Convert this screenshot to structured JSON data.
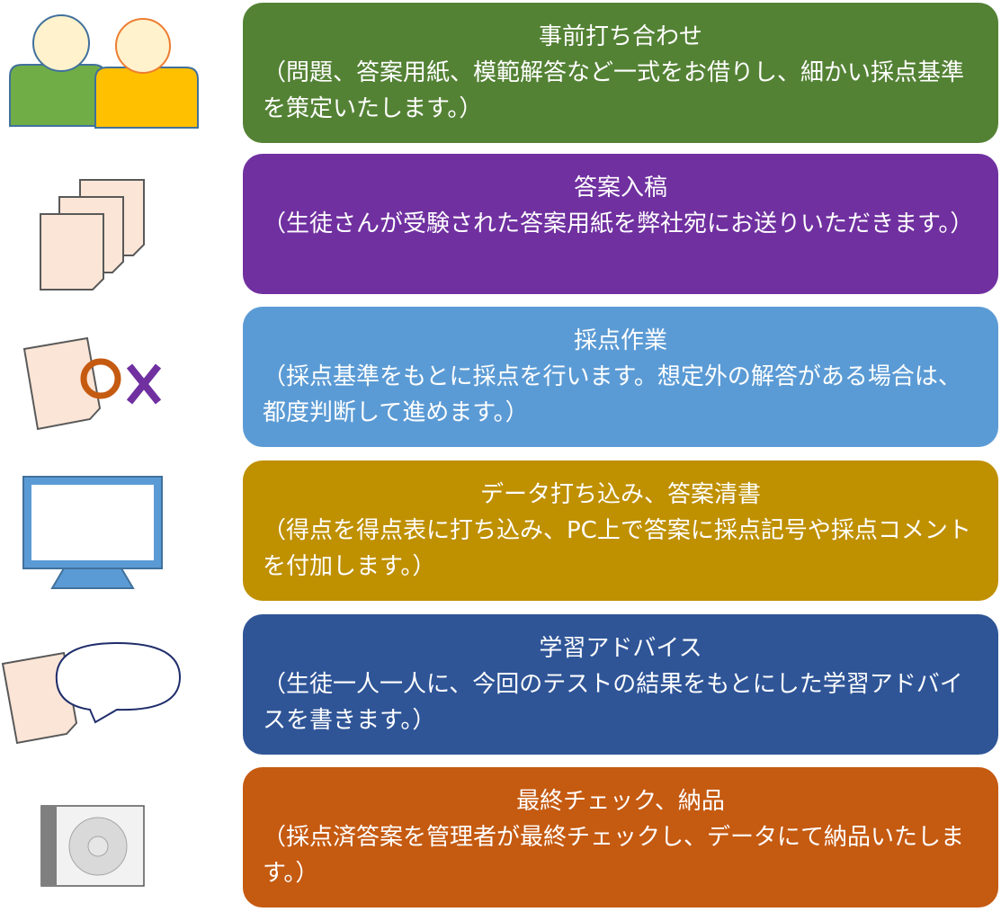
{
  "steps": [
    {
      "title": "事前打ち合わせ",
      "desc": "（問題、答案用紙、模範解答など一式をお借りし、細かい採点基準を策定いたします。）",
      "color": "#548235",
      "icon": "people-icon"
    },
    {
      "title": "答案入稿",
      "desc": "（生徒さんが受験された答案用紙を弊社宛にお送りいただきます。）",
      "color": "#7030A0",
      "icon": "documents-icon"
    },
    {
      "title": "採点作業",
      "desc": "（採点基準をもとに採点を行います。想定外の解答がある場合は、都度判断して進めます。）",
      "color": "#5B9BD5",
      "icon": "grading-icon"
    },
    {
      "title": "データ打ち込み、答案清書",
      "desc": "（得点を得点表に打ち込み、PC上で答案に採点記号や採点コメントを付加します。）",
      "color": "#BF9000",
      "icon": "monitor-icon"
    },
    {
      "title": "学習アドバイス",
      "desc": "（生徒一人一人に、今回のテストの結果をもとにした学習アドバイスを書きます。）",
      "color": "#2F5597",
      "icon": "speech-bubble-icon"
    },
    {
      "title": "最終チェック、納品",
      "desc": "（採点済答案を管理者が最終チェックし、データにて納品いたします。）",
      "color": "#C55A11",
      "icon": "disc-icon"
    }
  ]
}
